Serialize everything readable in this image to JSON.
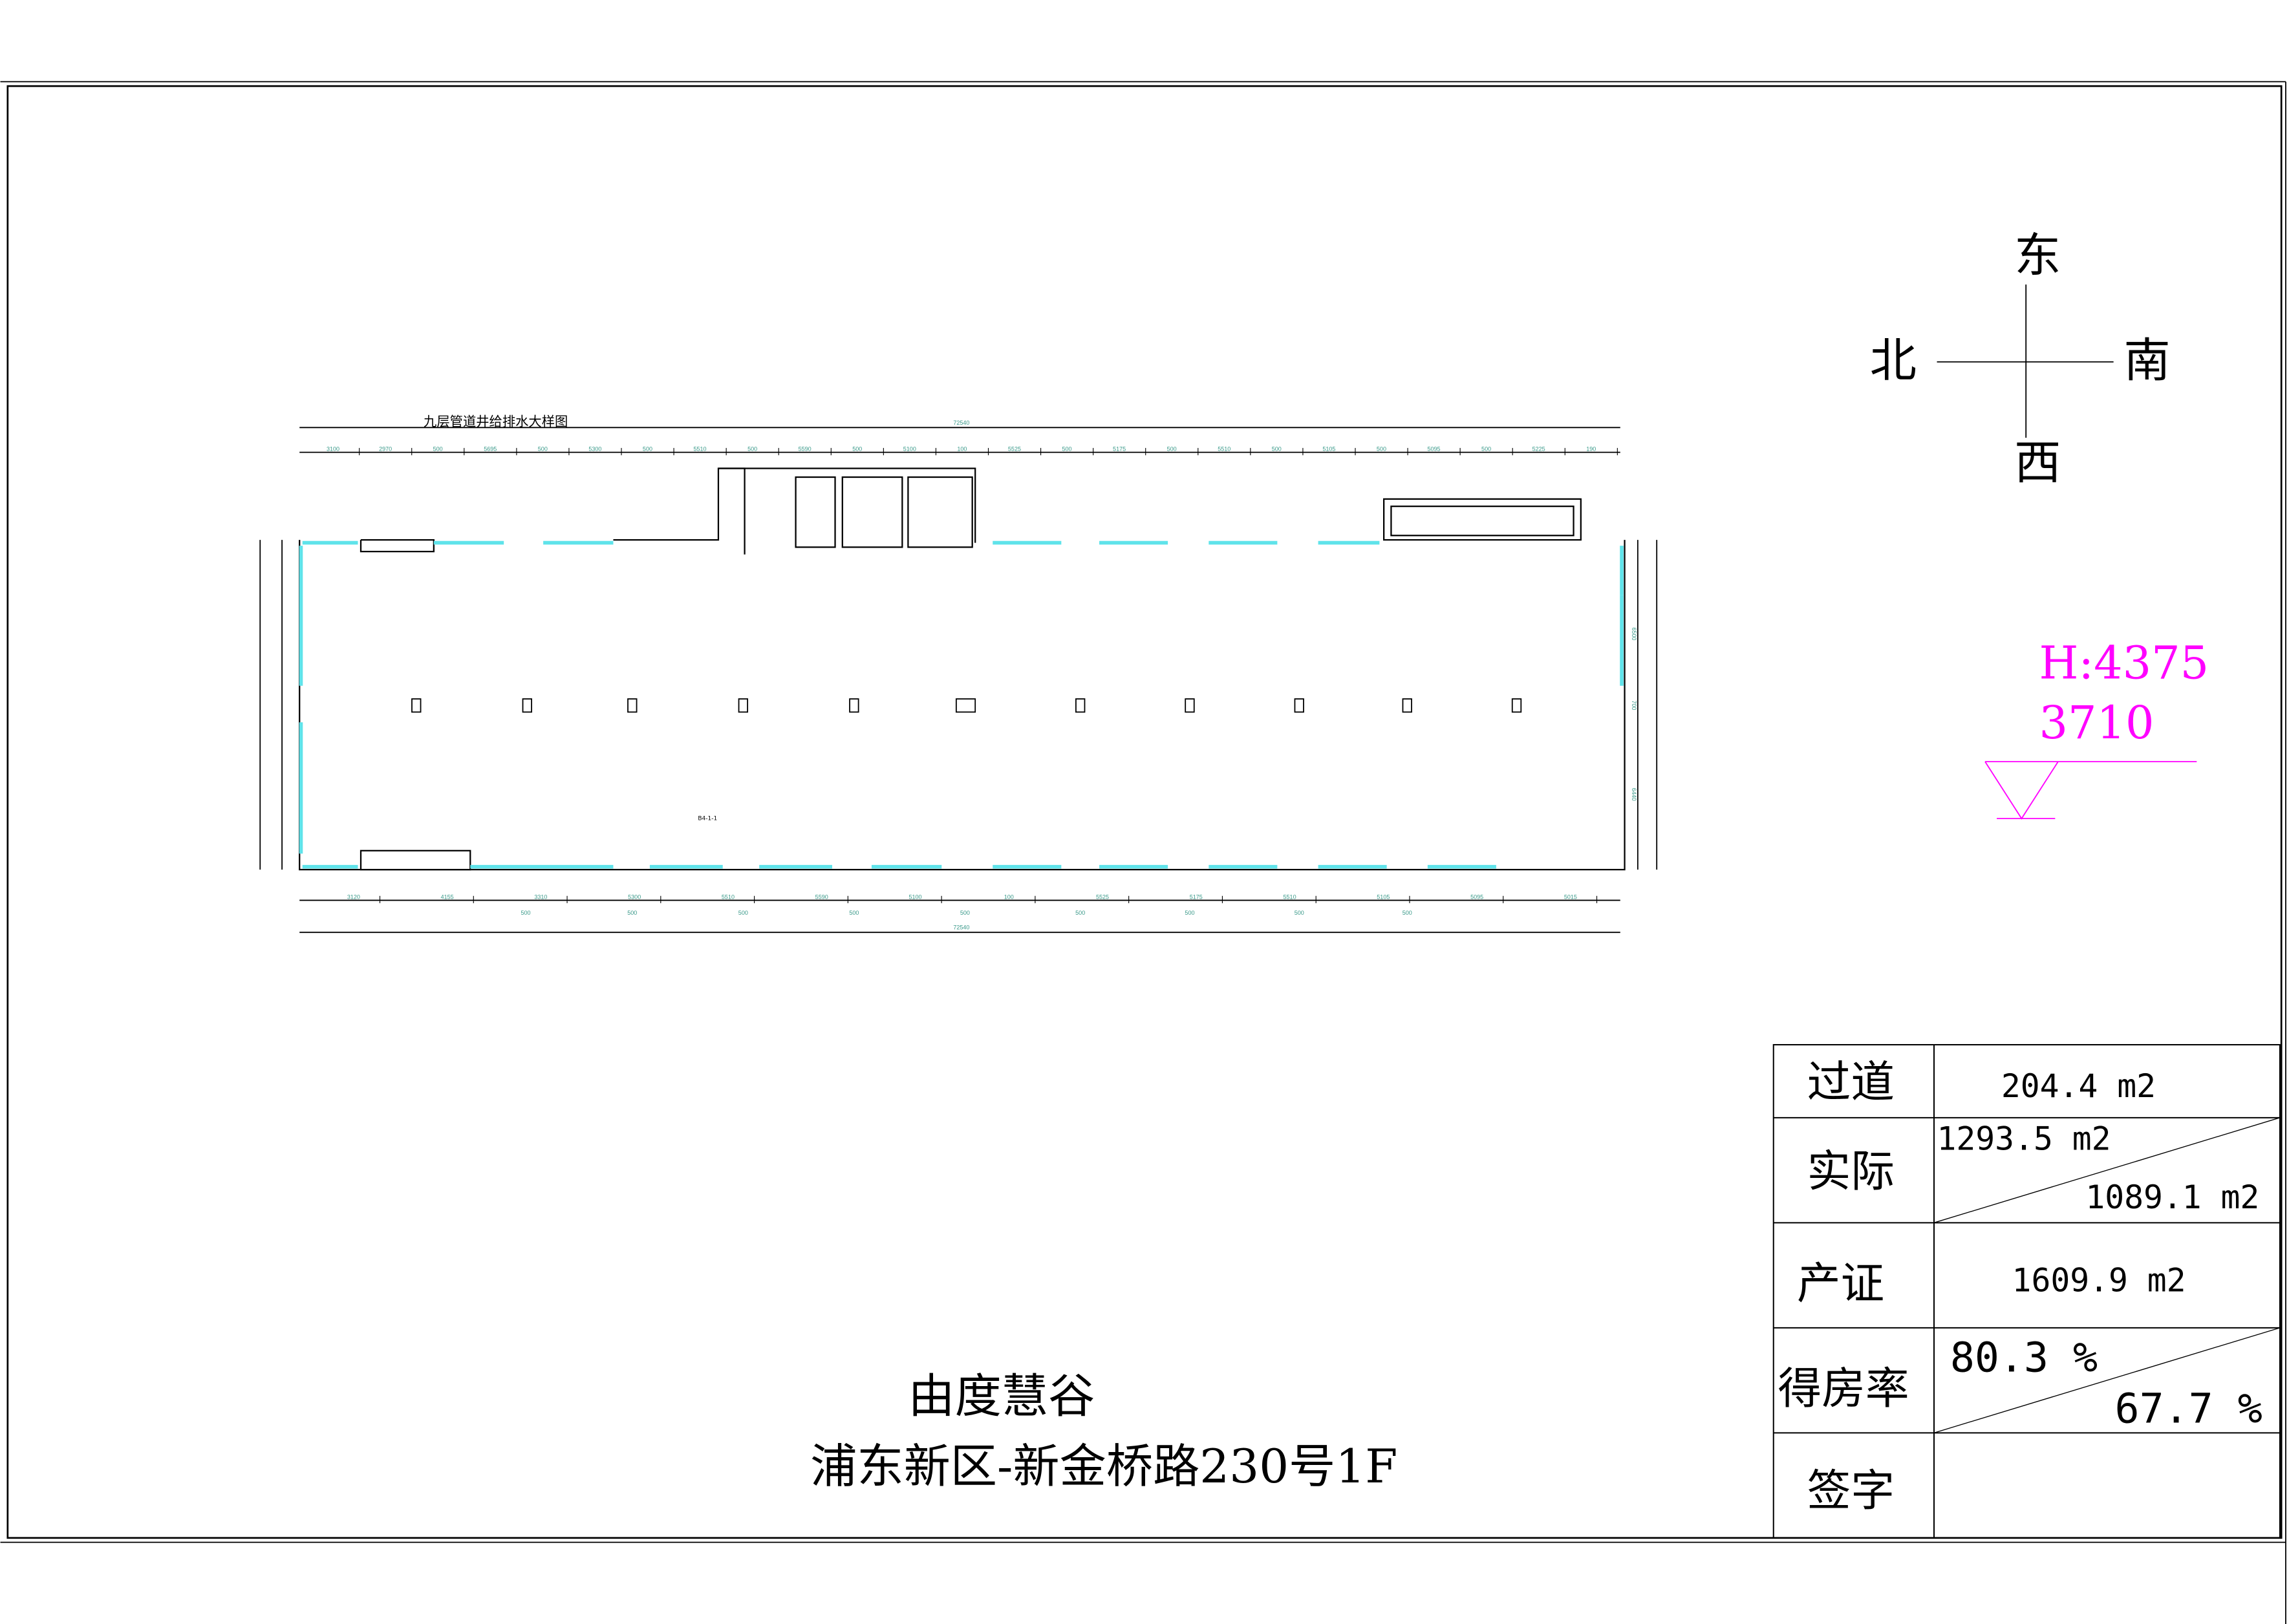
{
  "plan": {
    "title": "九层管道井给排水大样图",
    "total_dimension": "72540",
    "top_dimensions": [
      "3100",
      "2970",
      "500",
      "5695",
      "500",
      "5300",
      "500",
      "5510",
      "500",
      "5590",
      "500",
      "5100",
      "100",
      "5525",
      "500",
      "5175",
      "500",
      "5510",
      "500",
      "5105",
      "500",
      "5095",
      "500",
      "5225",
      "190"
    ],
    "bottom_dimensions": [
      "3120",
      "4155",
      "3310",
      "5300",
      "5510",
      "5590",
      "5100",
      "100",
      "5525",
      "5175",
      "5510",
      "5105",
      "5095",
      "5015"
    ],
    "bottom_column_dimensions": [
      "500",
      "500",
      "500",
      "500",
      "500",
      "500",
      "500",
      "500",
      "500"
    ],
    "side_dimensions": [
      "6500",
      "700",
      "6440"
    ],
    "room_label": "B4-1-1",
    "window_color": "#5fe3ea"
  },
  "compass": {
    "north": "北",
    "south": "南",
    "east": "东",
    "west": "西"
  },
  "elevation": {
    "height_label": "H:4375",
    "level": "3710",
    "color": "#ff00ff"
  },
  "project": {
    "name": "由度慧谷",
    "address": "浦东新区-新金桥路230号1F"
  },
  "area_table": {
    "corridor": {
      "label": "过道",
      "value": "204.4 m2"
    },
    "actual": {
      "label": "实际",
      "gross": "1293.5 m2",
      "net": "1089.1 m2"
    },
    "certificate": {
      "label": "产证",
      "value": "1609.9 m2"
    },
    "ratio": {
      "label": "得房率",
      "gross": "80.3 %",
      "net": "67.7 %"
    },
    "signature": {
      "label": "签字",
      "value": ""
    }
  }
}
